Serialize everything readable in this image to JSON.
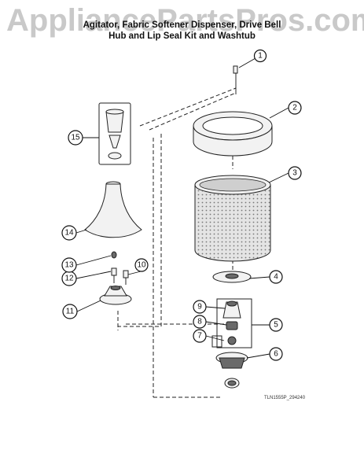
{
  "watermark": "AppliancePartsPros.com",
  "title": {
    "line1": "Agitator, Fabric Softener Dispenser, Drive Bell",
    "line2": "Hub and Lip Seal Kit and Washtub"
  },
  "callouts": [
    "1",
    "2",
    "3",
    "4",
    "5",
    "6",
    "7",
    "8",
    "9",
    "10",
    "11",
    "12",
    "13",
    "14",
    "15"
  ],
  "diagram_code": "TLN1555P_294240"
}
